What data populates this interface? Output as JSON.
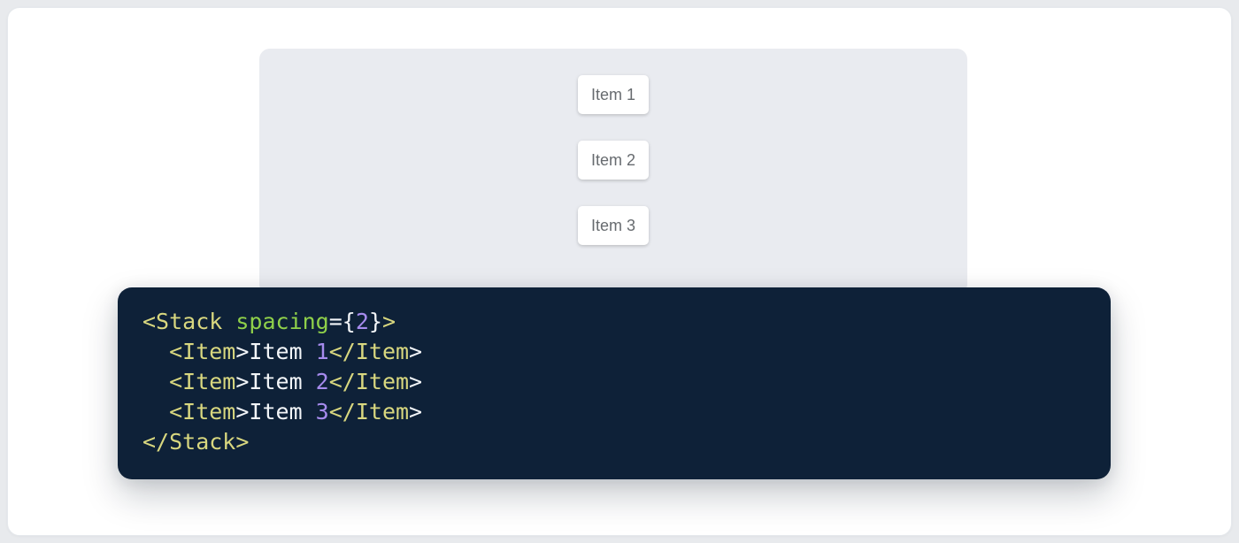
{
  "window": {
    "background": "#e8eaed",
    "card_background": "#ffffff"
  },
  "demo": {
    "panel_background": "#e9ebf0",
    "item_text_color": "#676b6f",
    "items": [
      {
        "label": "Item 1"
      },
      {
        "label": "Item 2"
      },
      {
        "label": "Item 3"
      }
    ]
  },
  "code": {
    "background": "#0e2138",
    "colors": {
      "tag": "#d8d77f",
      "attrName": "#8fd04a",
      "number": "#a68bee",
      "plain": "#f2f5f8"
    },
    "lines": [
      [
        [
          "tag",
          "<Stack"
        ],
        [
          "attrName",
          " spacing"
        ],
        [
          "plain",
          "={"
        ],
        [
          "number",
          "2"
        ],
        [
          "plain",
          "}"
        ],
        [
          "tag",
          ">"
        ]
      ],
      [
        [
          "tag",
          "  <Item"
        ],
        [
          "plain",
          ">Item "
        ],
        [
          "number",
          "1"
        ],
        [
          "tag",
          "</Item"
        ],
        [
          "plain",
          ">"
        ]
      ],
      [
        [
          "tag",
          "  <Item"
        ],
        [
          "plain",
          ">Item "
        ],
        [
          "number",
          "2"
        ],
        [
          "tag",
          "</Item"
        ],
        [
          "plain",
          ">"
        ]
      ],
      [
        [
          "tag",
          "  <Item"
        ],
        [
          "plain",
          ">Item "
        ],
        [
          "number",
          "3"
        ],
        [
          "tag",
          "</Item"
        ],
        [
          "plain",
          ">"
        ]
      ],
      [
        [
          "tag",
          "</Stack>"
        ]
      ]
    ]
  }
}
